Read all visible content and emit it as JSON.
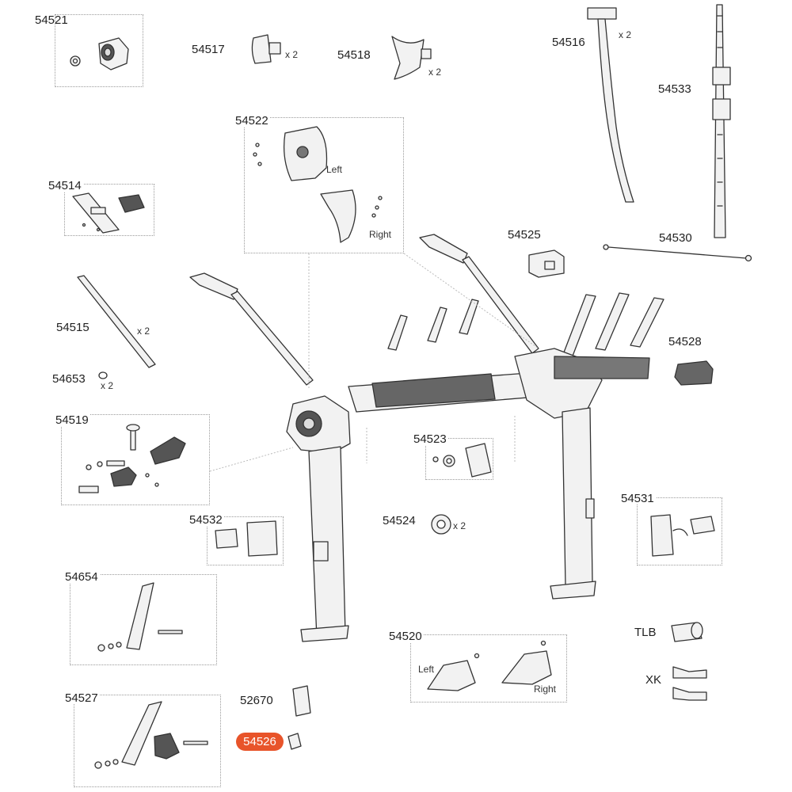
{
  "parts": {
    "p54521": "54521",
    "p54517": "54517",
    "p54518": "54518",
    "p54516": "54516",
    "p54533": "54533",
    "p54522": "54522",
    "p54514": "54514",
    "p54525": "54525",
    "p54530": "54530",
    "p54515": "54515",
    "p54528": "54528",
    "p54653": "54653",
    "p54519": "54519",
    "p54523": "54523",
    "p54531": "54531",
    "p54532": "54532",
    "p54524": "54524",
    "p54654": "54654",
    "p54520": "54520",
    "tlb": "TLB",
    "xk": "XK",
    "p54527": "54527",
    "p52670": "52670",
    "p54526": "54526"
  },
  "quantities": {
    "q54517": "x 2",
    "q54518": "x 2",
    "q54516": "x 2",
    "q54515": "x 2",
    "q54653": "x 2",
    "q54524": "x 2"
  },
  "sublabels": {
    "left_54522": "Left",
    "right_54522": "Right",
    "left_54520": "Left",
    "right_54520": "Right"
  },
  "colors": {
    "highlight": "#e8542a",
    "line": "#333333",
    "part_fill": "#f2f2f2",
    "dark_fill": "#555555"
  },
  "highlighted_part": "54526"
}
